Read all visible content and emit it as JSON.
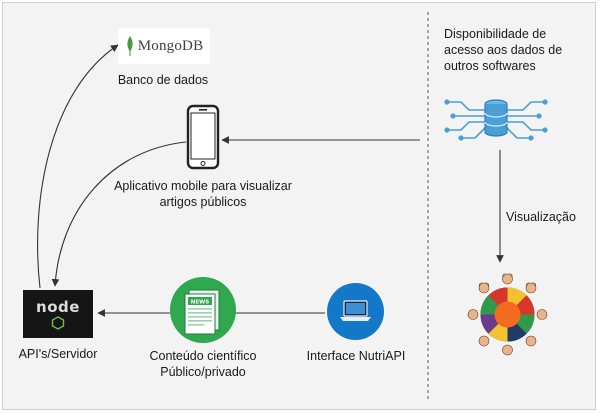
{
  "nodes": {
    "mongodb": {
      "logo_text": "MongoDB",
      "label": "Banco de dados"
    },
    "mobile_app": {
      "label_line1": "Aplicativo mobile para visualizar",
      "label_line2": "artigos públicos"
    },
    "api_server": {
      "logo_text": "node",
      "label": "API's/Servidor"
    },
    "content": {
      "icon_text": "NEWS",
      "label_line1": "Conteúdo científico",
      "label_line2": "Público/privado"
    },
    "nutriapi": {
      "label": "Interface NutriAPI"
    },
    "external_access": {
      "label_line1": "Disponibilidade de",
      "label_line2": "acesso aos dados de",
      "label_line3": "outros softwares"
    },
    "users": {
      "edge_label": "Visualização"
    }
  },
  "icons": {
    "mongodb": "mongodb-leaf-icon",
    "mobile": "smartphone-icon",
    "server": "nodejs-logo-icon",
    "content": "newspaper-icon",
    "nutriapi": "laptop-icon",
    "external": "database-network-icon",
    "users": "user-group-icon"
  },
  "colors": {
    "content_icon": "#2fa84f",
    "nutriapi_icon": "#1478c8",
    "database_icon": "#4a9fd6",
    "mongo_leaf": "#4a9a3f",
    "users_ring": "#2c4a7a",
    "users_center": "#f26b21"
  }
}
